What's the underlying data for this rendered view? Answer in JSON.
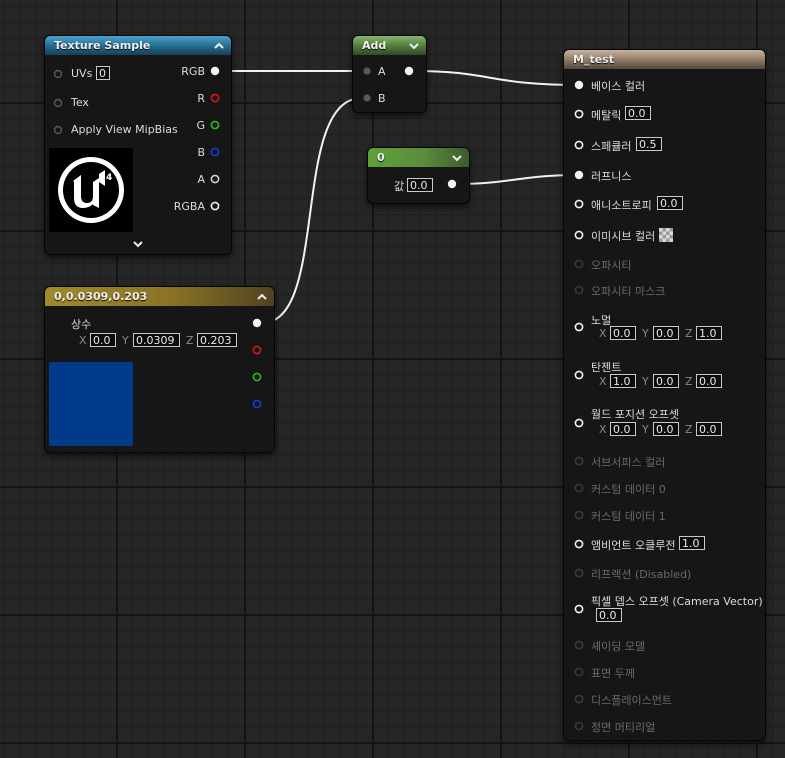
{
  "texture_sample": {
    "title": "Texture Sample",
    "inputs": [
      {
        "label": "UVs",
        "value": "0"
      },
      {
        "label": "Tex"
      },
      {
        "label": "Apply View MipBias"
      }
    ],
    "outputs": [
      "RGB",
      "R",
      "G",
      "B",
      "A",
      "RGBA"
    ],
    "colors": {
      "r": "#d81818",
      "g": "#1fbf1f",
      "b": "#1a3ad8",
      "white": "#ffffff"
    }
  },
  "add_node": {
    "title": "Add",
    "inputs": [
      "A",
      "B"
    ]
  },
  "zero_node": {
    "title": "0",
    "label": "값",
    "value": "0.0"
  },
  "constant_node": {
    "title": "0,0.0309,0.203",
    "label": "상수",
    "x": "0.0",
    "y": "0.0309",
    "z": "0.203",
    "axis_x": "X",
    "axis_y": "Y",
    "axis_z": "Z",
    "preview_color": "#013a8a"
  },
  "material_node": {
    "title": "M_test",
    "pins": {
      "base_color": "베이스 컬러",
      "metallic": "메탈릭",
      "metallic_value": "0.0",
      "specular": "스페큘러",
      "specular_value": "0.5",
      "roughness": "러프니스",
      "anisotropy": "애니소트로피",
      "anisotropy_value": "0.0",
      "emissive": "이미시브 컬러",
      "opacity": "오파시티",
      "opacity_mask": "오파시티 마스크",
      "normal": "노멀",
      "normal_x": "0.0",
      "normal_y": "0.0",
      "normal_z": "1.0",
      "tangent": "탄젠트",
      "tangent_x": "1.0",
      "tangent_y": "0.0",
      "tangent_z": "0.0",
      "world_position_offset": "월드 포지션 오프셋",
      "wpo_x": "0.0",
      "wpo_y": "0.0",
      "wpo_z": "0.0",
      "subsurface_color": "서브서피스 컬러",
      "custom_data_0": "커스텀 데이터 0",
      "custom_data_1": "커스텀 데이터 1",
      "ambient_occlusion": "앰비언트 오클루전",
      "ambient_occlusion_value": "1.0",
      "refraction": "리프랙션 (Disabled)",
      "pixel_depth_offset": "픽셀 뎁스 오프셋 (Camera Vector)",
      "pixel_depth_offset_value": "0.0",
      "shading_model": "셰이딩 모델",
      "surface_thickness": "표면 두께",
      "displacement": "디스플레이스먼트",
      "front_material": "정면 머티리얼"
    }
  }
}
